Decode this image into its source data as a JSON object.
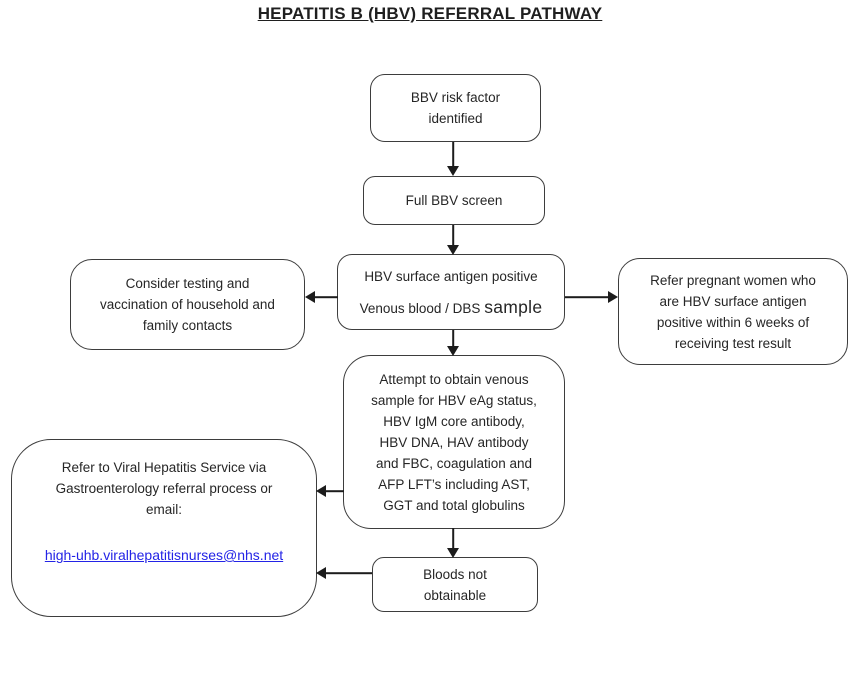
{
  "page": {
    "title": "HEPATITIS B (HBV) REFERRAL PATHWAY"
  },
  "colors": {
    "line": "#1c1c1c",
    "border": "#3d3d3d",
    "text": "#262626",
    "link": "#2323e6",
    "background": "#ffffff"
  },
  "nodes": {
    "risk": {
      "text": "BBV risk factor\nidentified"
    },
    "screen": {
      "text": "Full BBV screen"
    },
    "antigen": {
      "line1": "HBV surface antigen positive",
      "line2_prefix": "Venous blood / DBS ",
      "line2_emphasis": "sample"
    },
    "contacts": {
      "text": "Consider testing and\nvaccination of household and\nfamily contacts"
    },
    "pregnant": {
      "text": "Refer pregnant women who\nare HBV surface antigen\npositive within 6 weeks of\nreceiving test result"
    },
    "venous": {
      "text": "Attempt to obtain venous\nsample for HBV eAg status,\nHBV IgM core antibody,\nHBV DNA, HAV antibody\nand FBC, coagulation and\nAFP LFT’s including AST,\nGGT and total globulins"
    },
    "referral": {
      "text": "Refer to Viral Hepatitis Service via\nGastroenterology referral process or\nemail:",
      "email": "high-uhb.viralhepatitisnurses@nhs.net"
    },
    "bloods": {
      "text": "Bloods not\nobtainable"
    }
  }
}
